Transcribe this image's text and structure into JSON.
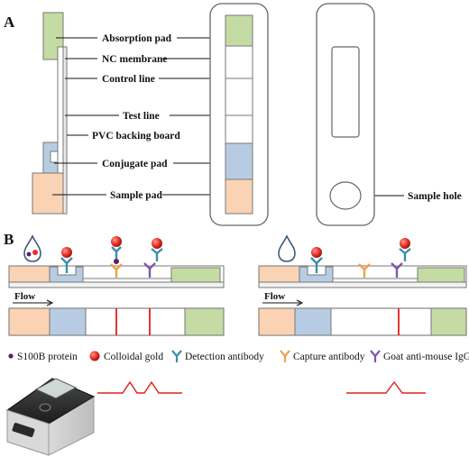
{
  "panels": {
    "a": "A",
    "b": "B"
  },
  "labels": {
    "absorption_pad": "Absorption pad",
    "nc_membrane": "NC membrane",
    "control_line": "Control line",
    "test_line": "Test line",
    "pvc_backing": "PVC backing board",
    "conjugate_pad": "Conjugate pad",
    "sample_pad": "Sample pad",
    "sample_hole": "Sample hole"
  },
  "flow": {
    "left": "Flow",
    "right": "Flow"
  },
  "legend": {
    "s100b": "S100B protein",
    "colloidal_gold": "Colloidal gold",
    "detection_antibody": "Detection antibody",
    "capture_antibody": "Capture antibody",
    "goat_igg": "Goat anti-mouse IgG"
  },
  "colors": {
    "absorption_green": "#c5dba4",
    "conjugate_blue": "#b7cce3",
    "sample_peach": "#f9d3b4",
    "gold_red": "#e63228",
    "protein_purple": "#5b1e63",
    "detection_teal": "#3a8fa8",
    "capture_orange": "#f0a04a",
    "goat_purple": "#7a5aa8",
    "line_red": "#e0201b"
  }
}
